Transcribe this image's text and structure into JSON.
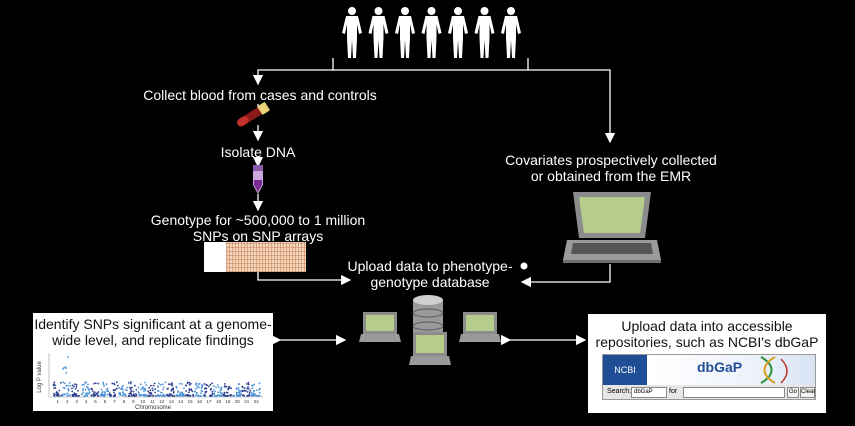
{
  "steps": {
    "collect": "Collect blood from cases and controls",
    "isolate": "Isolate DNA",
    "genotype_1": "Genotype for ~500,000 to 1 million",
    "genotype_2": "SNPs on SNP arrays",
    "covariates_1": "Covariates prospectively collected",
    "covariates_2": "or obtained from the EMR",
    "upload_db_1": "Upload data to phenotype-",
    "upload_db_2": "genotype database"
  },
  "left_panel": {
    "title_1": "Identify SNPs significant at a genome-",
    "title_2": "wide level, and replicate findings",
    "ylabel": "Log P value",
    "xlabel": "Chromosome",
    "chromosomes": [
      "1",
      "2",
      "3",
      "4",
      "5",
      "6",
      "7",
      "8",
      "9",
      "10",
      "11",
      "12",
      "13",
      "14",
      "15",
      "16",
      "17",
      "18",
      "19",
      "20",
      "21",
      "22"
    ]
  },
  "right_panel": {
    "title_1": "Upload data into accessible",
    "title_2": "repositories, such as NCBI's dbGaP",
    "ncbi_label": "NCBI",
    "dbgap_label": "dbGaP",
    "search_label": "Search:",
    "search_value": "dbGaP",
    "for_label": "for",
    "go_label": "Go",
    "clear_label": "Clear"
  },
  "icons": {
    "people": "people-row-icon",
    "blood": "blood-tube-icon",
    "dna": "dna-tube-icon",
    "array": "snp-array-icon",
    "laptop": "laptop-icon",
    "database": "database-server-icon"
  },
  "colors": {
    "background": "#000000",
    "line": "#ffffff",
    "screen": "#b5cc8a",
    "manhattan_dark": "#2b3f8f",
    "manhattan_light": "#4a90d9"
  }
}
